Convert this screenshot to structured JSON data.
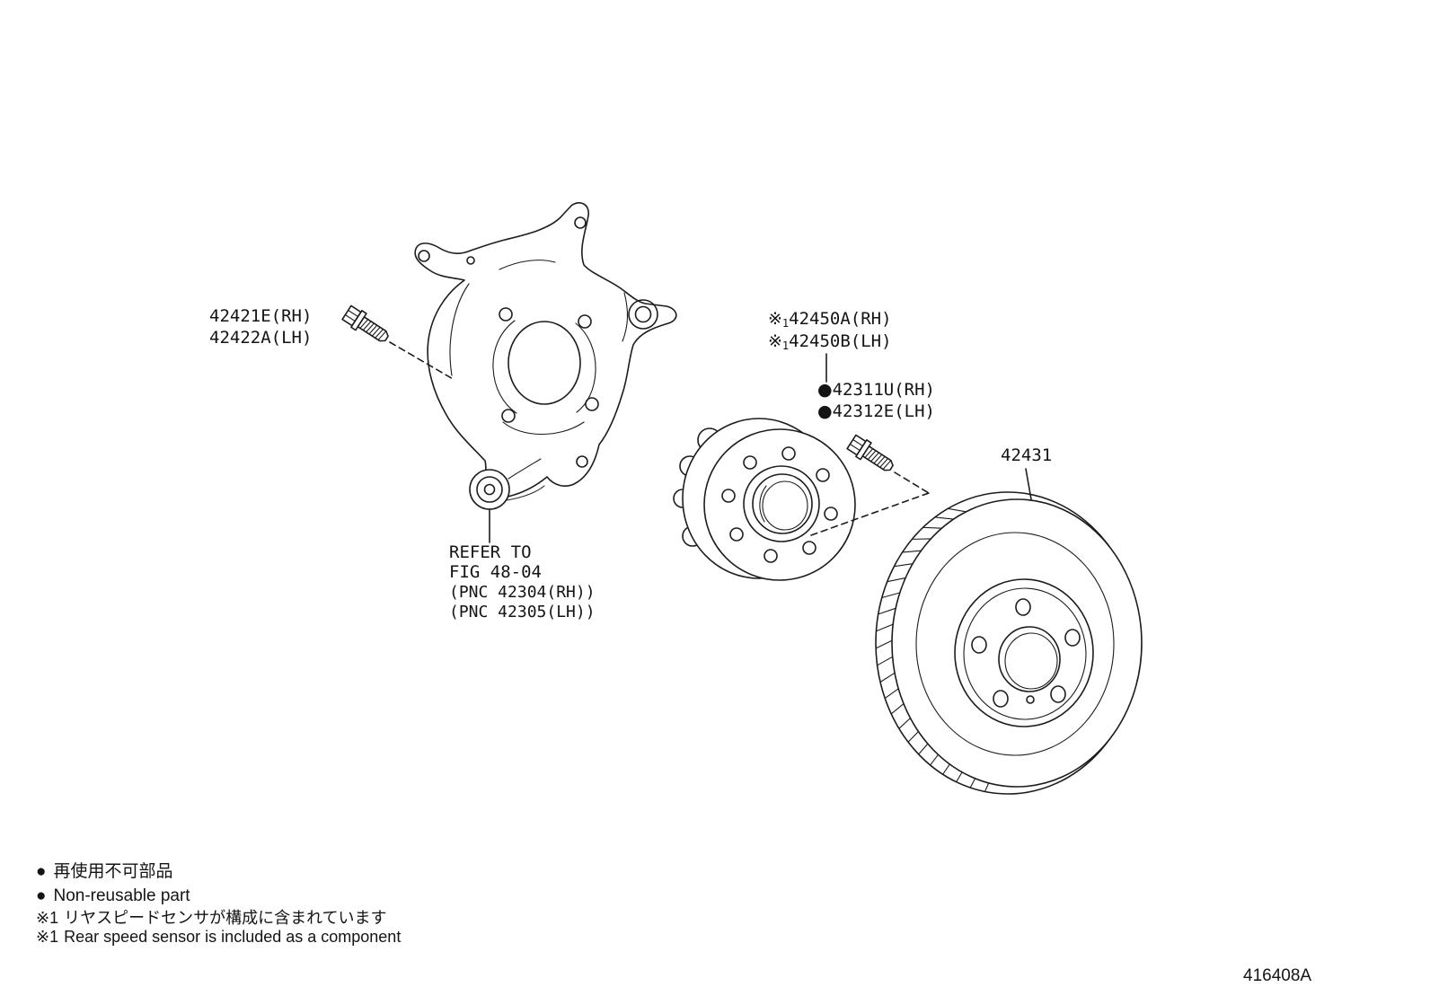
{
  "labels": {
    "knuckle_bolt": {
      "rh": "42421E(RH)",
      "lh": "42422A(LH)"
    },
    "hub": {
      "marker": "※",
      "marker_sub": "1",
      "rh": "42450A(RH)",
      "lh": "42450B(LH)"
    },
    "stud": {
      "marker": "●",
      "rh": "42311U(RH)",
      "lh": "42312E(LH)"
    },
    "disc": {
      "number": "42431"
    }
  },
  "refer": {
    "line1": "REFER TO",
    "line2": "FIG 48-04",
    "line3": "(PNC 42304(RH))",
    "line4": "(PNC 42305(LH))"
  },
  "legend": {
    "bullet": "●",
    "nonreusable_ja": "再使用不可部品",
    "nonreusable_en": "Non-reusable part",
    "note_marker": "※1",
    "note_ja": "リヤスピードセンサが構成に含まれています",
    "note_en": "Rear speed sensor is included as a component"
  },
  "footer": {
    "drawing_id": "416408A"
  }
}
